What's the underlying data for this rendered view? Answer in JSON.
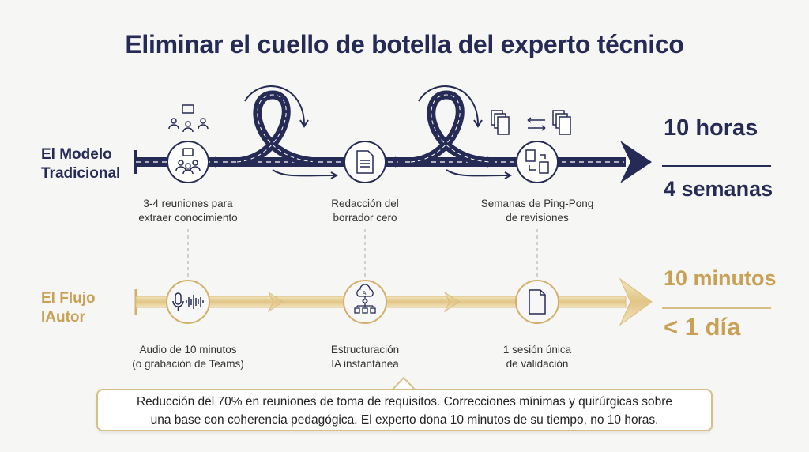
{
  "title": "Eliminar el cuello de botella del experto técnico",
  "traditional": {
    "label_line1": "El Modelo",
    "label_line2": "Tradicional",
    "steps": [
      {
        "icon": "meeting-group-icon",
        "line1": "3-4 reuniones para",
        "line2": "extraer conocimiento"
      },
      {
        "icon": "document-icon",
        "line1": "Redacción del",
        "line2": "borrador cero"
      },
      {
        "icon": "document-exchange-icon",
        "line1": "Semanas de Ping-Pong",
        "line2": "de revisiones"
      }
    ],
    "result_top": "10 horas",
    "result_bottom": "4 semanas"
  },
  "iautor": {
    "label_line1": "El Flujo",
    "label_line2": "IAutor",
    "steps": [
      {
        "icon": "microphone-audio-icon",
        "line1": "Audio de 10 minutos",
        "line2": "(o grabación de Teams)"
      },
      {
        "icon": "ai-structure-icon",
        "line1": "Estructuración",
        "line2": "IA instantánea",
        "icon_text": "AI"
      },
      {
        "icon": "single-document-icon",
        "line1": "1 sesión única",
        "line2": "de validación"
      }
    ],
    "result_top": "10 minutos",
    "result_bottom": "< 1 día"
  },
  "callout": {
    "line1": "Reducción del 70% en reuniones de toma de requisitos. Correcciones mínimas y quirúrgicas sobre",
    "line2": "una base con coherencia pedagógica. El experto dona 10 minutos de su tiempo, no 10 horas."
  },
  "colors": {
    "navy": "#262b55",
    "gold": "#c9a156",
    "gold_light": "#ecd9a8"
  }
}
